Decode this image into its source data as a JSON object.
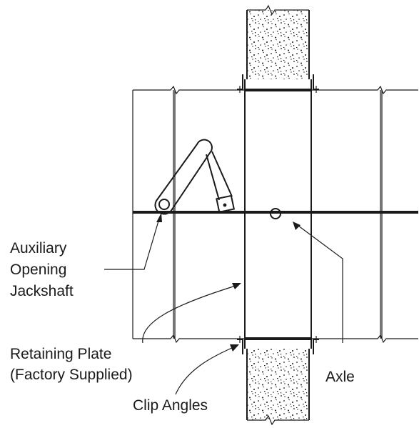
{
  "labels": {
    "jackshaft_line1": "Auxiliary",
    "jackshaft_line2": "Opening",
    "jackshaft_line3": "Jackshaft",
    "plate_line1": "Retaining Plate",
    "plate_line2": "(Factory Supplied)",
    "clip_angles": "Clip Angles",
    "axle": "Axle"
  },
  "colors": {
    "ink": "#1a1a1a",
    "background": "#ffffff"
  }
}
